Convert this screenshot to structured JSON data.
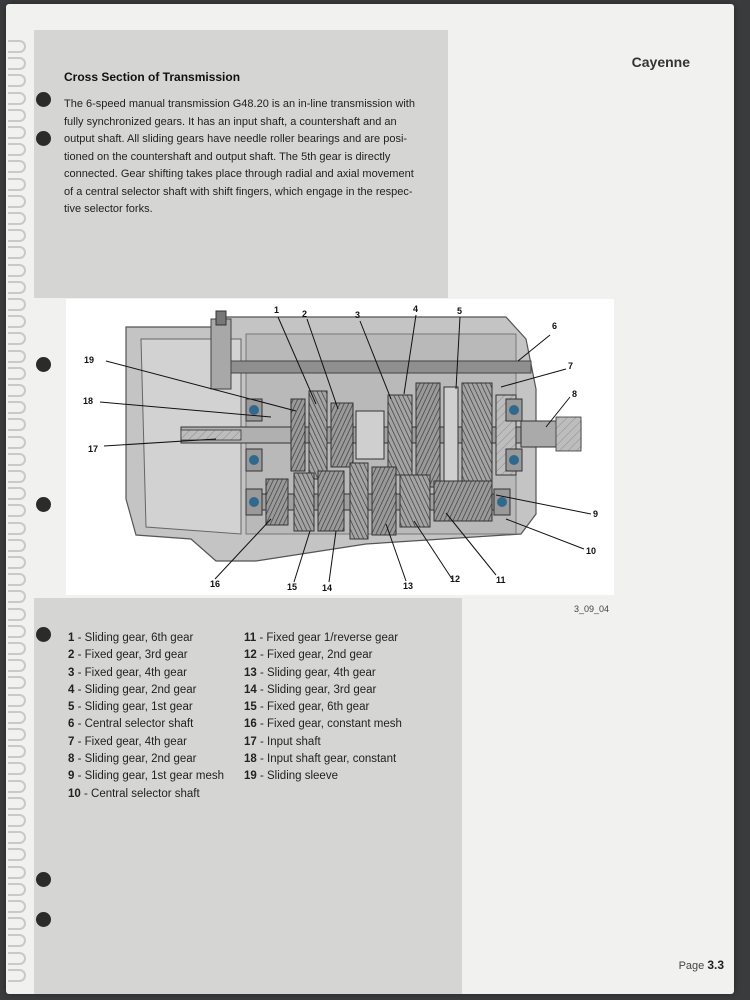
{
  "header": {
    "brand": "Cayenne"
  },
  "section": {
    "title": "Cross Section of Transmission",
    "paragraph_lines": [
      "The 6-speed manual transmission G48.20 is an in-line transmission with",
      "fully synchronized gears. It has an input shaft, a countershaft and an",
      "output shaft. All sliding gears have needle roller bearings and are posi-",
      "tioned on the countershaft and output shaft. The 5th gear is directly",
      "connected. Gear shifting takes place through radial and axial movement",
      "of a central selector shaft with shift fingers, which engage in the respec-",
      "tive selector forks."
    ]
  },
  "figure": {
    "caption": "3_09_04",
    "callouts": [
      "1",
      "2",
      "3",
      "4",
      "5",
      "6",
      "7",
      "8",
      "9",
      "10",
      "11",
      "12",
      "13",
      "14",
      "15",
      "16",
      "17",
      "18",
      "19"
    ]
  },
  "legend": {
    "left": [
      {
        "num": "1",
        "text": " - Sliding gear, 6th gear"
      },
      {
        "num": "2",
        "text": " - Fixed gear, 3rd gear"
      },
      {
        "num": "3",
        "text": " - Fixed gear, 4th gear"
      },
      {
        "num": "4",
        "text": " - Sliding gear, 2nd gear"
      },
      {
        "num": "5",
        "text": " - Sliding gear, 1st gear"
      },
      {
        "num": "6",
        "text": " - Central selector shaft"
      },
      {
        "num": "7",
        "text": " - Fixed gear, 4th gear"
      },
      {
        "num": "8",
        "text": " - Sliding gear, 2nd gear"
      },
      {
        "num": "9",
        "text": " - Sliding gear, 1st gear mesh"
      },
      {
        "num": "10",
        "text": " - Central selector shaft"
      }
    ],
    "right": [
      {
        "num": "11",
        "text": " - Fixed gear 1/reverse gear"
      },
      {
        "num": "12",
        "text": " - Fixed gear, 2nd gear"
      },
      {
        "num": "13",
        "text": " - Sliding gear, 4th gear"
      },
      {
        "num": "14",
        "text": " - Sliding gear, 3rd gear"
      },
      {
        "num": "15",
        "text": " - Fixed gear, 6th gear"
      },
      {
        "num": "16",
        "text": " - Fixed gear, constant mesh"
      },
      {
        "num": "17",
        "text": " - Input shaft"
      },
      {
        "num": "18",
        "text": " - Input shaft gear, constant"
      },
      {
        "num": "19",
        "text": " - Sliding sleeve"
      }
    ]
  },
  "footer": {
    "page_prefix": "Page ",
    "page_number": "3.3"
  }
}
